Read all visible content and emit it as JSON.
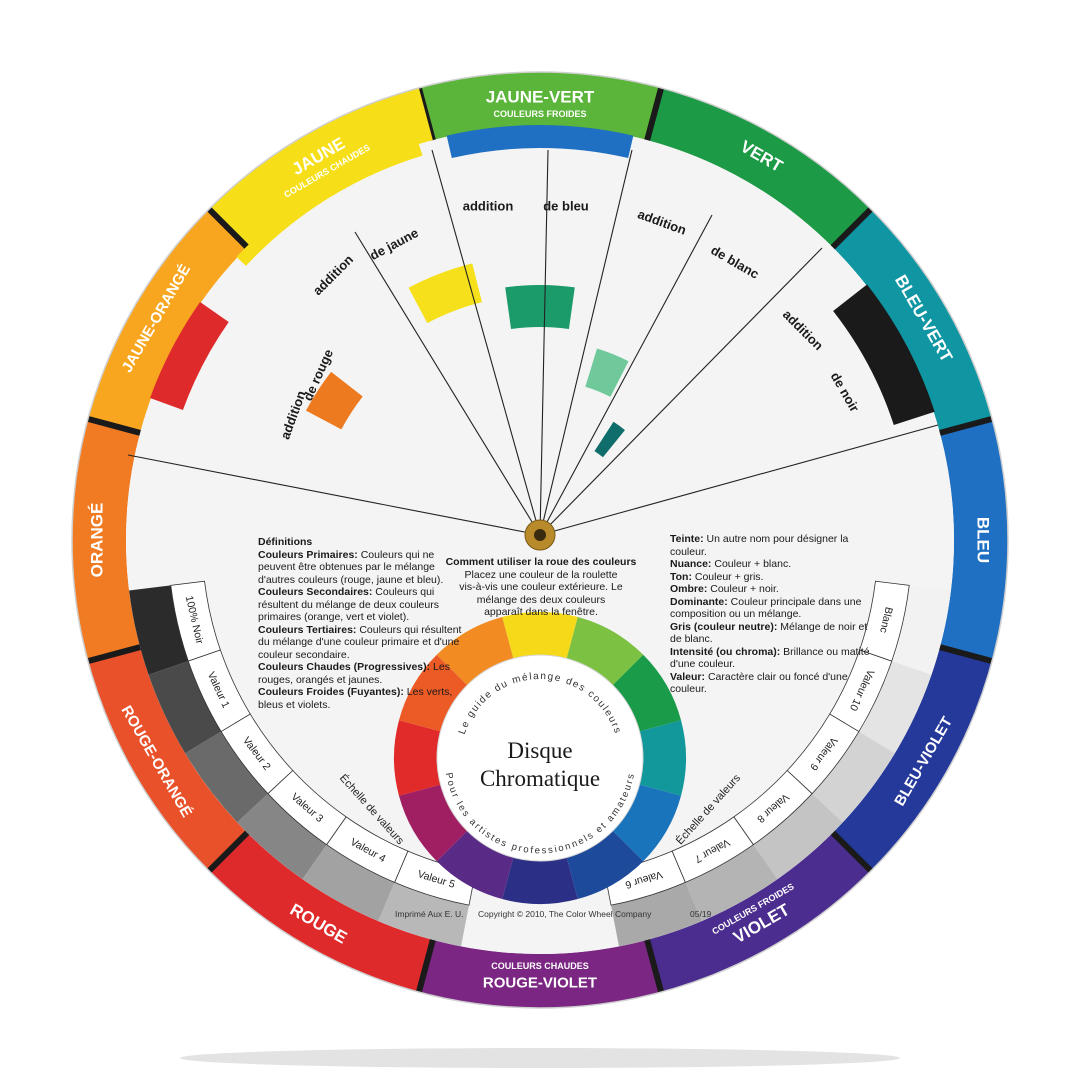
{
  "outer_ring": [
    {
      "label": "JAUNE-VERT",
      "sub": "COULEURS FROIDES",
      "color": "#5cb53b"
    },
    {
      "label": "VERT",
      "color": "#1c9a46"
    },
    {
      "label": "BLEU-VERT",
      "color": "#0f96a2"
    },
    {
      "label": "BLEU",
      "color": "#1f6fc2"
    },
    {
      "label": "BLEU-VIOLET",
      "color": "#24399a"
    },
    {
      "label": "VIOLET",
      "sub": "COULEURS FROIDES",
      "color": "#4b2c8f"
    },
    {
      "label": "ROUGE-VIOLET",
      "sub": "COULEURS CHAUDES",
      "color": "#7a2682"
    },
    {
      "label": "ROUGE",
      "color": "#df2a2c"
    },
    {
      "label": "ROUGE-ORANGÉ",
      "color": "#e9512b"
    },
    {
      "label": "ORANGÉ",
      "color": "#f07b23"
    },
    {
      "label": "JAUNE-ORANGÉ",
      "color": "#f8a61f"
    },
    {
      "label": "JAUNE",
      "sub": "COULEURS CHAUDES",
      "color": "#f6df19"
    }
  ],
  "mix_labels": {
    "addition": "addition",
    "de_rouge": "de rouge",
    "de_jaune": "de jaune",
    "de_bleu": "de bleu",
    "de_blanc": "de blanc",
    "de_noir": "de noir"
  },
  "value_scale": {
    "title_left": "Échelle de valeurs",
    "title_right": "Échelle de valeurs",
    "left": [
      "100% Noir",
      "Valeur 1",
      "Valeur 2",
      "Valeur 3",
      "Valeur 4",
      "Valeur 5"
    ],
    "right": [
      "Blanc",
      "Valeur 10",
      "Valeur 9",
      "Valeur 8",
      "Valeur 7",
      "Valeur 6"
    ]
  },
  "definitions": {
    "title": "Définitions",
    "items": [
      {
        "term": "Couleurs Primaires:",
        "text": " Couleurs qui ne peuvent être obtenues par le mélange d'autres couleurs (rouge, jaune et bleu)."
      },
      {
        "term": "Couleurs Secondaires:",
        "text": " Couleurs qui résultent du mélange de deux couleurs primaires (orange, vert et violet)."
      },
      {
        "term": "Couleurs Tertiaires:",
        "text": " Couleurs qui résultent du mélange d'une couleur primaire et d'une couleur secondaire."
      },
      {
        "term": "Couleurs Chaudes (Progressives):",
        "text": " Les rouges, orangés et jaunes."
      },
      {
        "term": "Couleurs Froides (Fuyantes):",
        "text": " Les verts, bleus et violets."
      }
    ]
  },
  "howto": {
    "title": "Comment utiliser la roue des couleurs",
    "lines": [
      "Placez une couleur de la roulette",
      "vis-à-vis une couleur extérieure.  Le",
      "mélange des deux couleurs",
      "apparaît dans la fenêtre."
    ]
  },
  "terms": [
    {
      "term": "Teinte:",
      "text": " Un autre nom pour désigner la couleur."
    },
    {
      "term": "Nuance:",
      "text": " Couleur + blanc."
    },
    {
      "term": "Ton:",
      "text": " Couleur + gris."
    },
    {
      "term": "Ombre:",
      "text": "  Couleur + noir."
    },
    {
      "term": "Dominante:",
      "text": " Couleur principale dans une composition ou un mélange."
    },
    {
      "term": "Gris (couleur neutre):",
      "text": " Mélange de noir et de blanc."
    },
    {
      "term": "Intensité (ou chroma):",
      "text": " Brillance ou matité d'une couleur."
    },
    {
      "term": "Valeur:",
      "text": " Caractère clair ou foncé d'une couleur."
    }
  ],
  "center": {
    "title_line1": "Disque",
    "title_line2": "Chromatique",
    "arc_top": "Le guide du mélange des couleurs",
    "arc_bottom": "Pour les artistes professionnels et amateurs"
  },
  "footer": {
    "left": "Imprimé Aux E. U.",
    "copyright": "Copyright © 2010, The Color Wheel Company",
    "code": "05/19"
  },
  "inner_wheel_colors": [
    "#f6d919",
    "#7cc142",
    "#1a9b4a",
    "#12989b",
    "#1a74bb",
    "#1e4a9c",
    "#2c2f86",
    "#5a2a87",
    "#a01f63",
    "#e12a2a",
    "#ec5a26",
    "#f28c22"
  ],
  "window_colors": {
    "rouge": "#ed7a1f",
    "jaune": "#f5e01b",
    "bleu": "#1b9a6a",
    "blanc": "#6fc99a",
    "noir": "#0f6e6c"
  }
}
